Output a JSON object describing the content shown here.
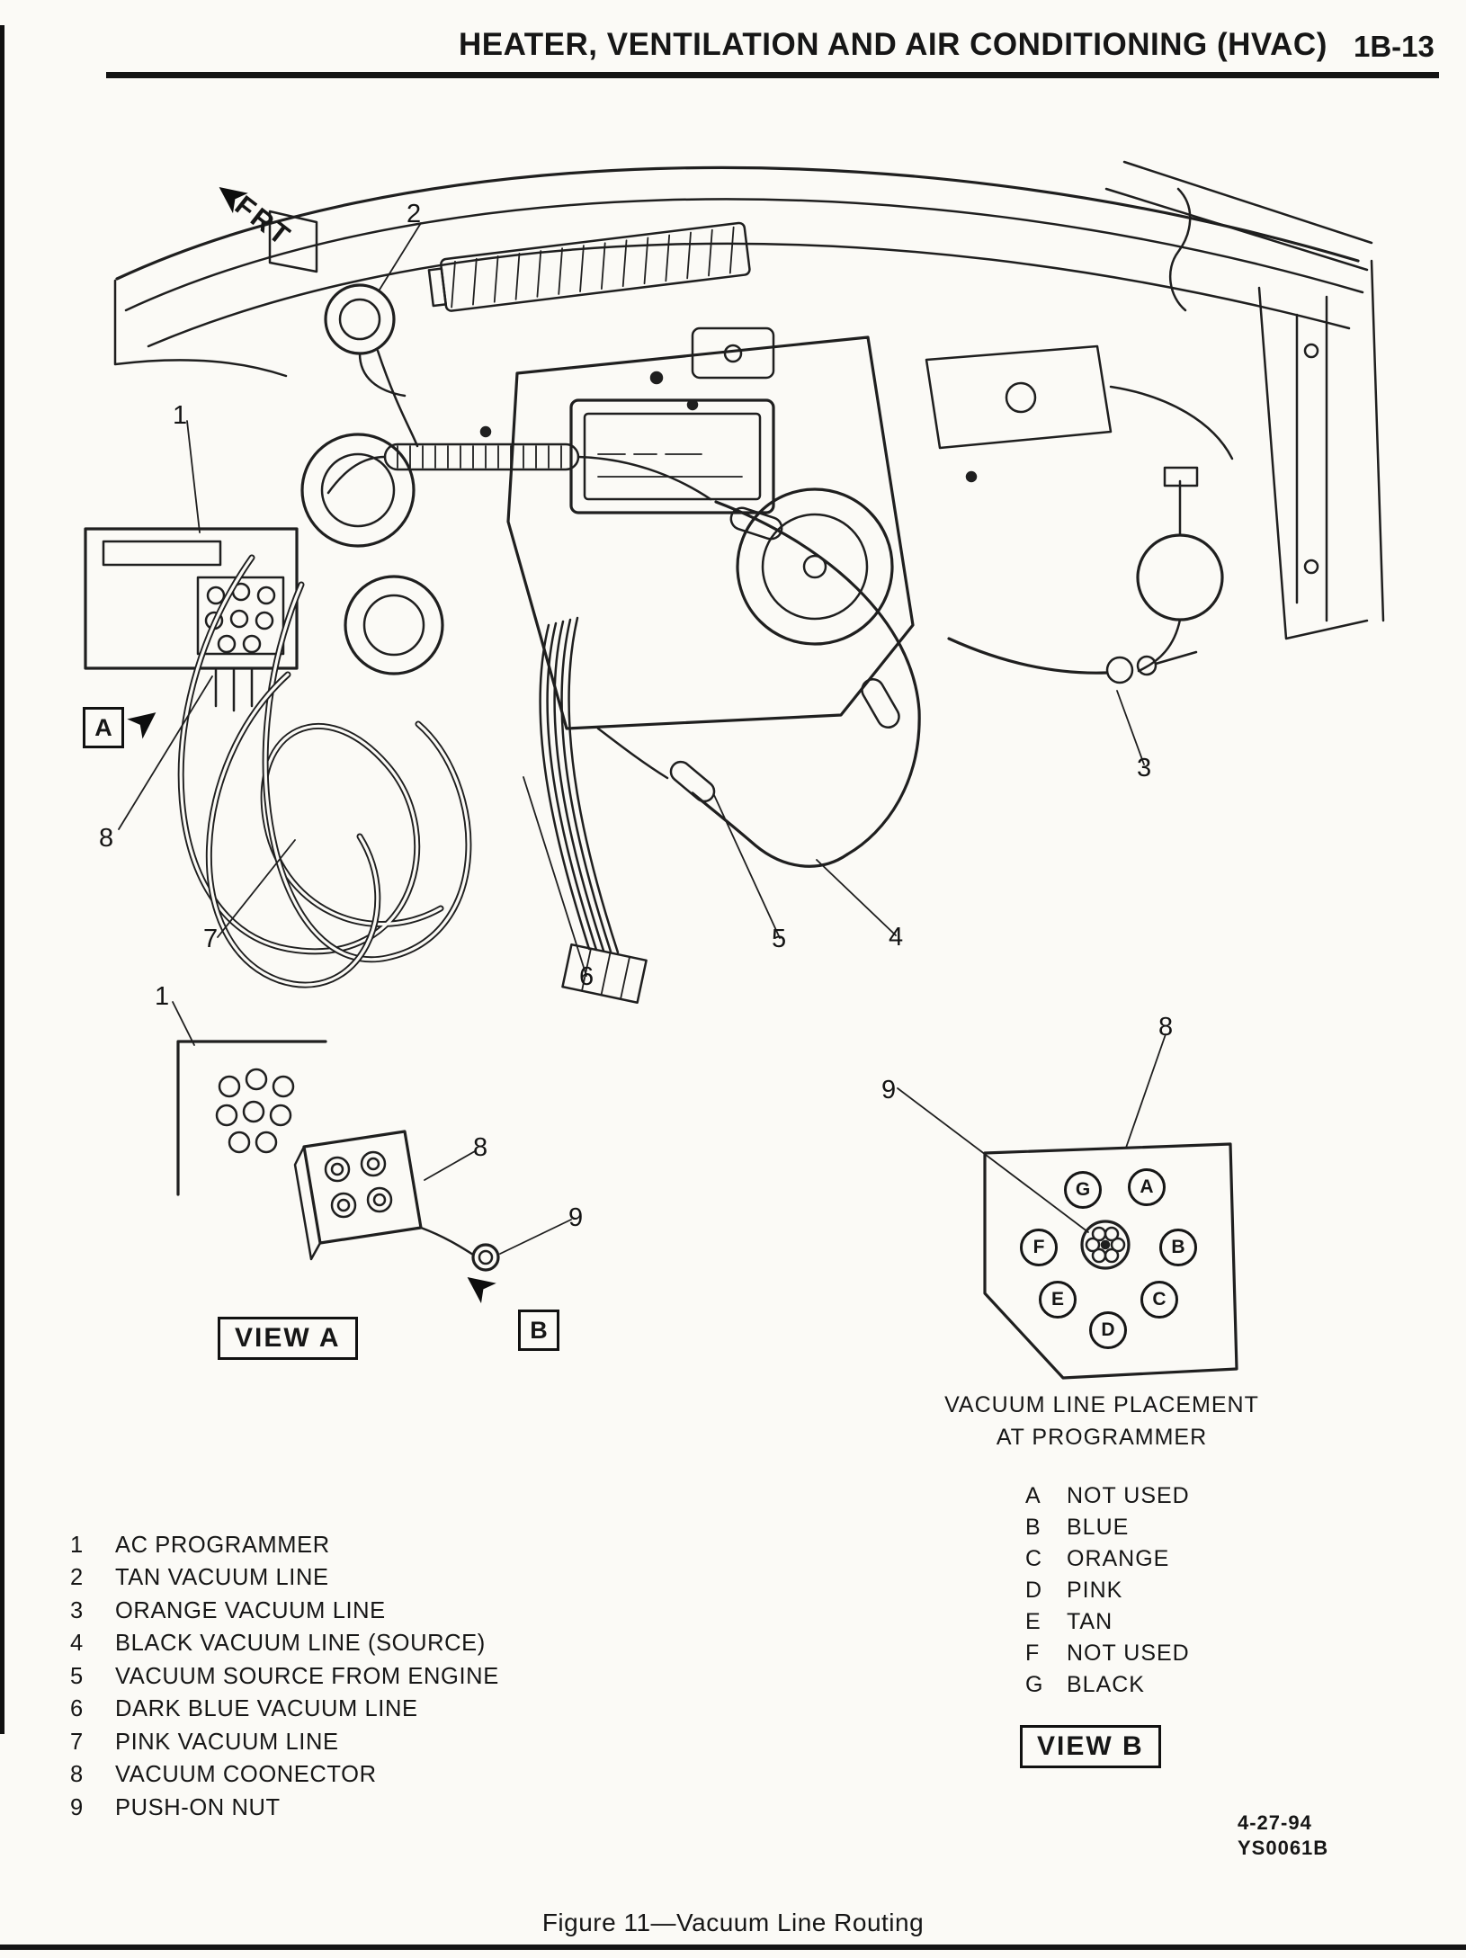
{
  "header": {
    "title": "HEATER, VENTILATION AND AIR CONDITIONING (HVAC)",
    "page": "1B-13"
  },
  "labels": {
    "frt": "FRT",
    "box_a": "A",
    "box_b": "B",
    "view_a": "VIEW A",
    "view_b": "VIEW B"
  },
  "icons": {
    "arrow": "➤"
  },
  "callouts": {
    "c1": "1",
    "c2": "2",
    "c3": "3",
    "c4": "4",
    "c5": "5",
    "c6": "6",
    "c7": "7",
    "c8": "8",
    "c9": "9"
  },
  "view_b": {
    "title1": "VACUUM LINE PLACEMENT",
    "title2": "AT PROGRAMMER",
    "letters": [
      "G",
      "A",
      "F",
      "B",
      "E",
      "C",
      "D"
    ],
    "placements": [
      {
        "k": "A",
        "v": "NOT USED"
      },
      {
        "k": "B",
        "v": "BLUE"
      },
      {
        "k": "C",
        "v": "ORANGE"
      },
      {
        "k": "D",
        "v": "PINK"
      },
      {
        "k": "E",
        "v": "TAN"
      },
      {
        "k": "F",
        "v": "NOT USED"
      },
      {
        "k": "G",
        "v": "BLACK"
      }
    ]
  },
  "legend": {
    "items": [
      {
        "num": "1",
        "label": "AC PROGRAMMER"
      },
      {
        "num": "2",
        "label": "TAN VACUUM LINE"
      },
      {
        "num": "3",
        "label": "ORANGE VACUUM LINE"
      },
      {
        "num": "4",
        "label": "BLACK VACUUM LINE (SOURCE)"
      },
      {
        "num": "5",
        "label": "VACUUM SOURCE FROM ENGINE"
      },
      {
        "num": "6",
        "label": "DARK BLUE VACUUM LINE"
      },
      {
        "num": "7",
        "label": "PINK VACUUM LINE"
      },
      {
        "num": "8",
        "label": "VACUUM COONECTOR"
      },
      {
        "num": "9",
        "label": "PUSH-ON NUT"
      }
    ]
  },
  "footer": {
    "date": "4-27-94",
    "code": "YS0061B",
    "caption": "Figure 11—Vacuum Line Routing"
  }
}
